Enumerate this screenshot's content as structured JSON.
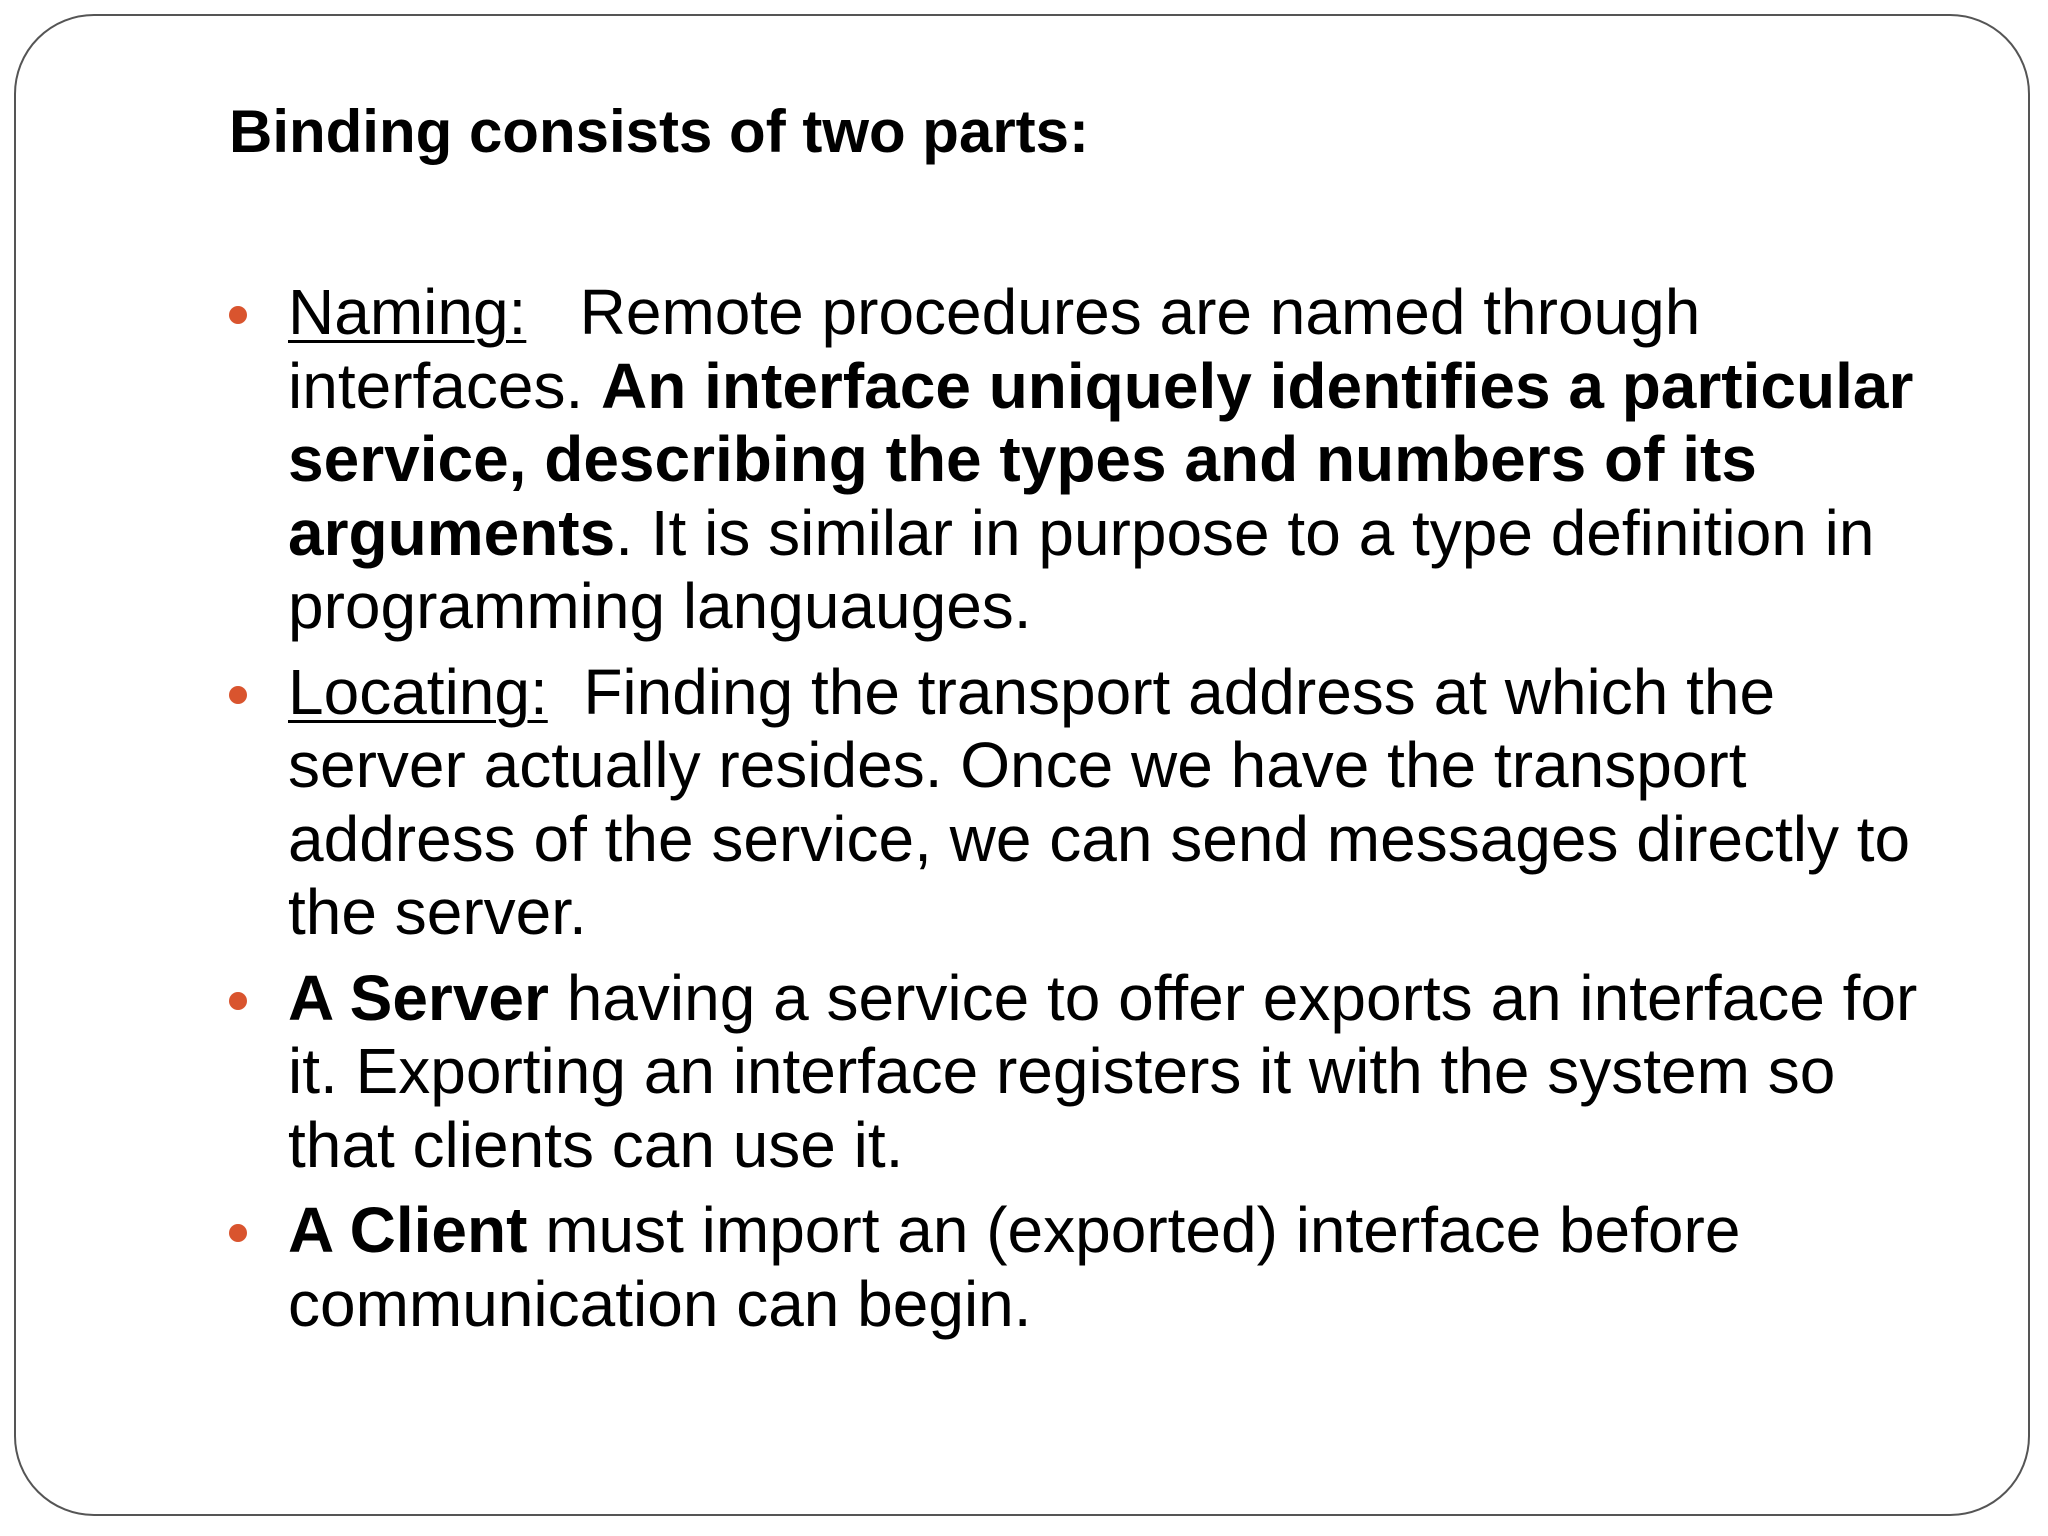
{
  "slide": {
    "title": "Binding consists of two parts:",
    "accent_color": "#d9542e",
    "bullets": [
      {
        "term": "Naming:",
        "gap": "   ",
        "text1": "Remote procedures are named through interfaces. ",
        "bold1": "An interface uniquely identifies a particular service, describing the types and numbers of its arguments",
        "text2": ". It is similar in purpose to a type definition in programming languauges."
      },
      {
        "term": "Locating:",
        "gap": "  ",
        "text1": "Finding the transport address at which the server actually resides. Once we have the transport address of the service, we can send messages directly to the server."
      },
      {
        "term": "A Server",
        "text1": " having a service to offer exports an interface for it. Exporting an interface registers it with the system so that clients can use it."
      },
      {
        "term": "A Client",
        "text1": " must import an (exported) interface before communication can begin."
      }
    ]
  }
}
